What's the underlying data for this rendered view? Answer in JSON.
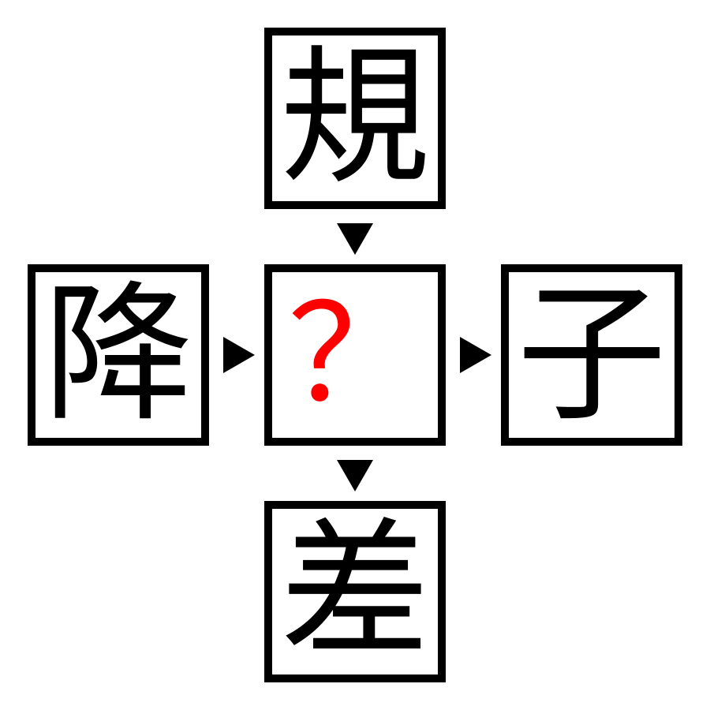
{
  "puzzle": {
    "top": {
      "char": "規"
    },
    "left": {
      "char": "降"
    },
    "center": {
      "char": "？",
      "color": "#ff0000"
    },
    "right": {
      "char": "子"
    },
    "bottom": {
      "char": "差"
    }
  },
  "style": {
    "border_color": "#000000",
    "arrow_color": "#000000",
    "background_color": "#ffffff"
  },
  "arrows": {
    "top_to_center": {
      "direction": "down"
    },
    "center_to_bottom": {
      "direction": "down"
    },
    "left_to_center": {
      "direction": "right"
    },
    "center_to_right": {
      "direction": "right"
    }
  }
}
